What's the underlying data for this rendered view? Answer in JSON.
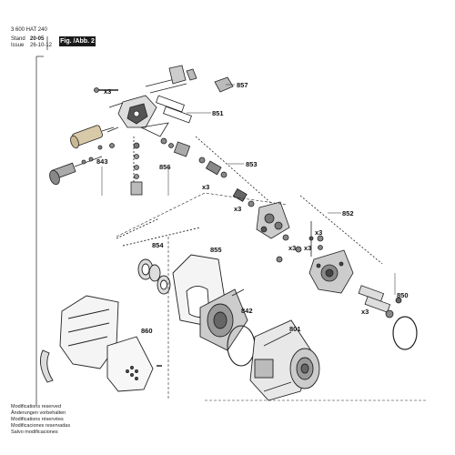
{
  "header": {
    "doc_number": "3 600 HAT 240",
    "stand_label": "Stand",
    "stand_value": "20-05",
    "issue_label": "Issue",
    "issue_value": "26-10-12",
    "fig_label": "Fig. /Abb. 2"
  },
  "callouts": {
    "c857": "857",
    "c851": "851",
    "c843": "843",
    "c856": "856",
    "c853": "853",
    "c852": "852",
    "c854": "854",
    "c855": "855",
    "c842": "842",
    "c801": "801",
    "c860": "860",
    "c850": "850"
  },
  "quantities": {
    "q1": "x3",
    "q2": "x3",
    "q3": "x3",
    "q4": "x3",
    "q5": "x3",
    "q6": "x3",
    "q7": "x3"
  },
  "footer": {
    "lines": [
      "Modifications reserved",
      "Änderungen vorbehalten",
      "Modifications réservées",
      "Modificaciones reservadas",
      "Salvo modificaciones"
    ]
  }
}
